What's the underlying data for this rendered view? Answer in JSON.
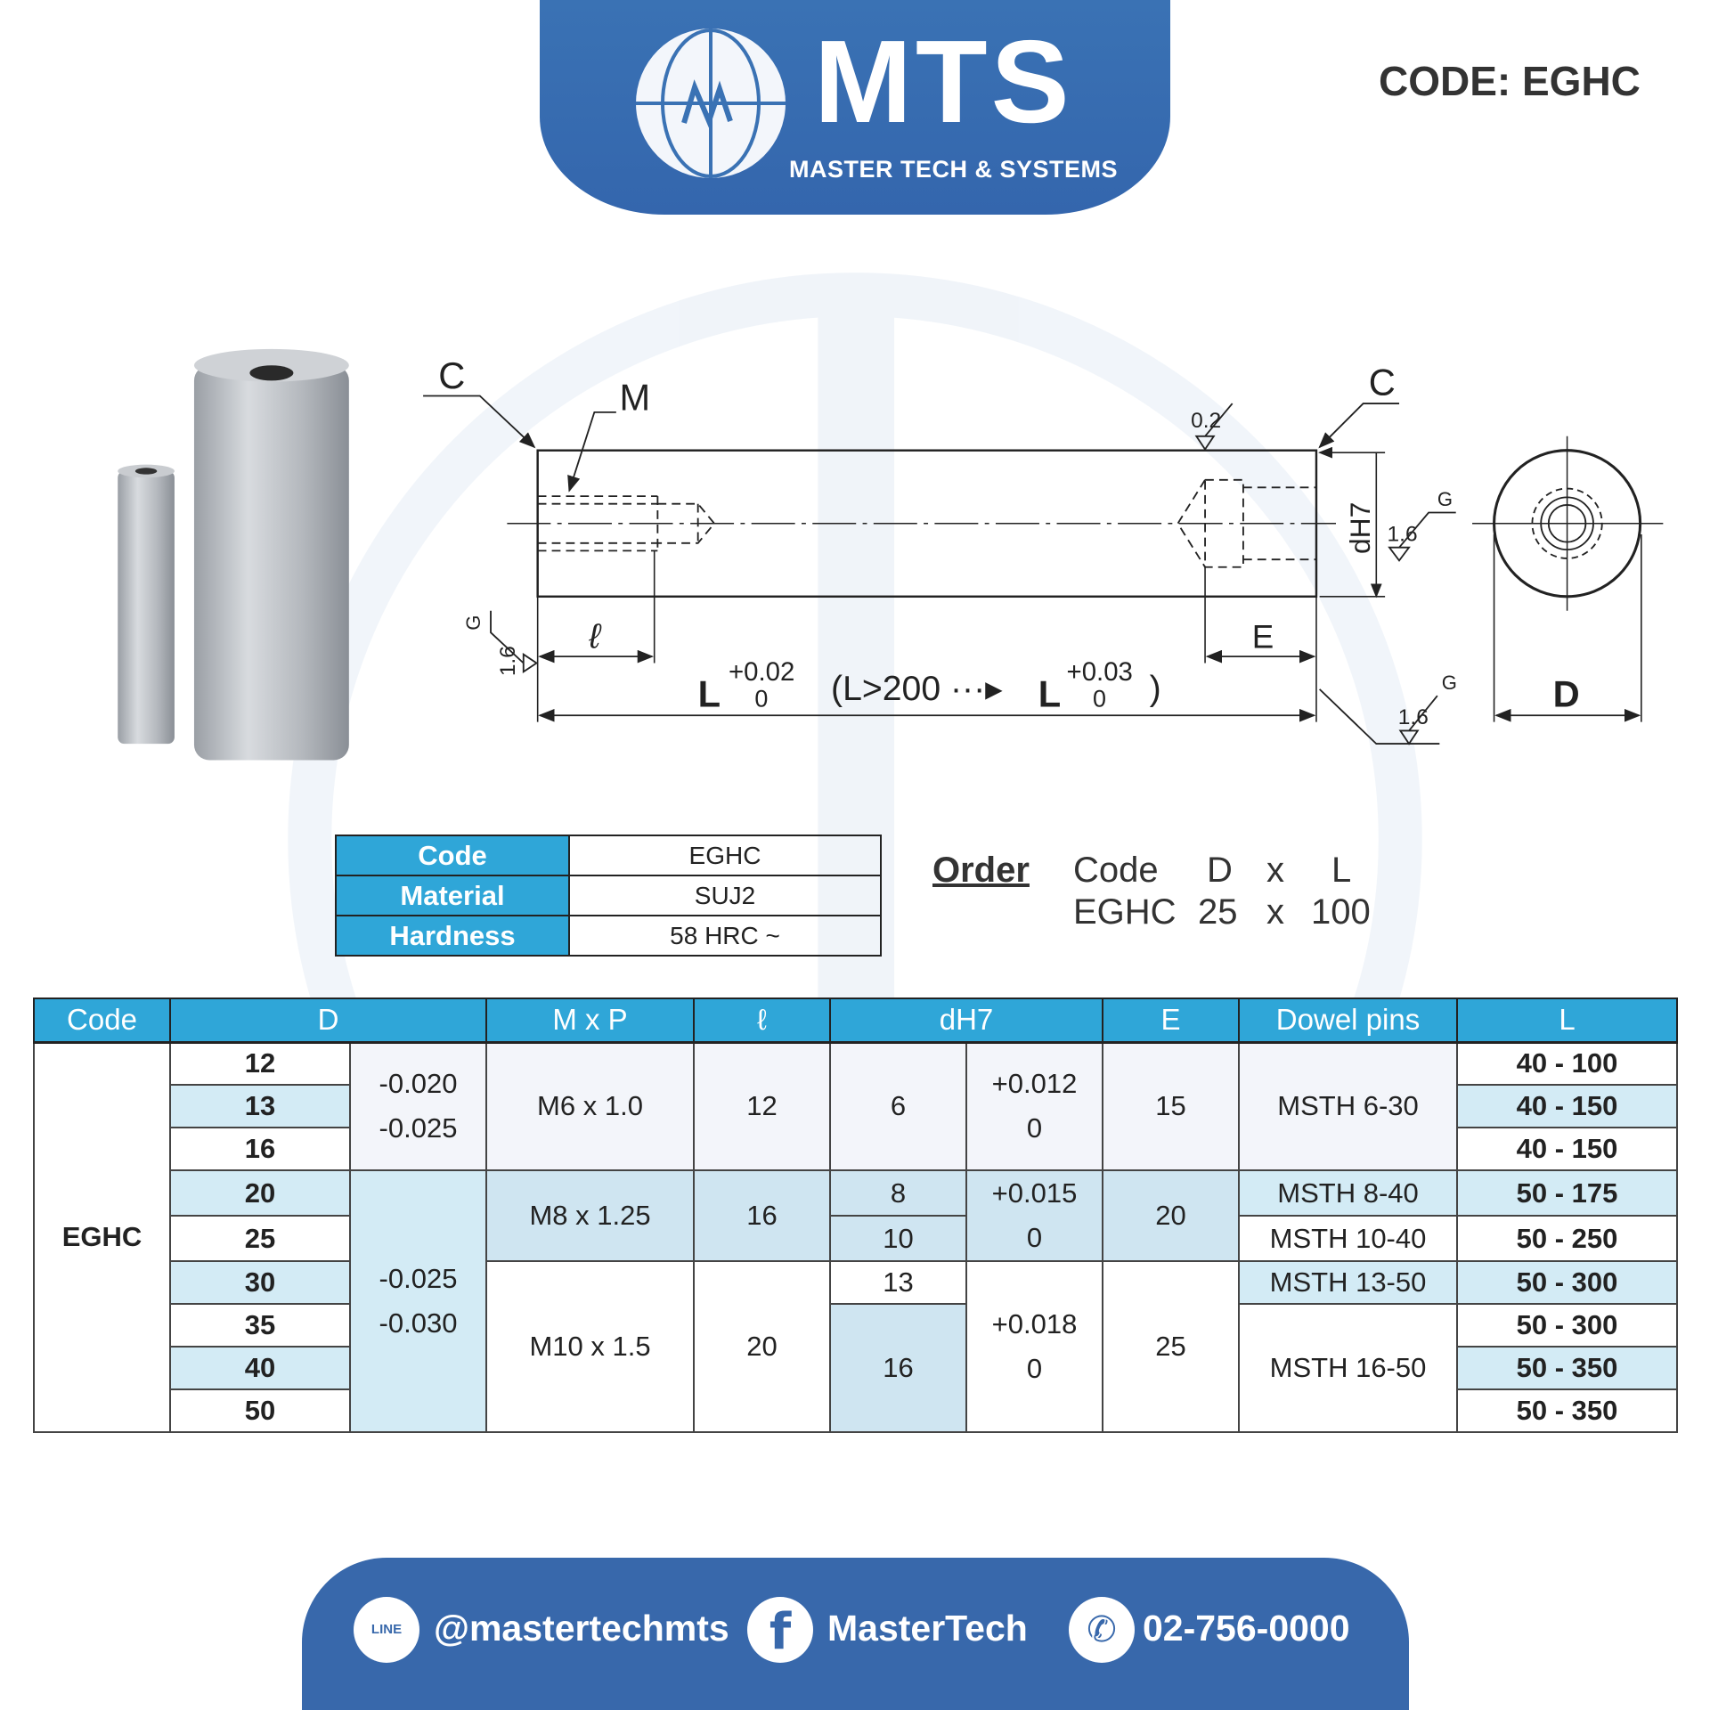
{
  "header": {
    "brand": "MTS",
    "tagline": "MASTER TECH & SYSTEMS",
    "code_title": "CODE: EGHC"
  },
  "drawing": {
    "c_left": "C",
    "c_right": "C",
    "m": "M",
    "flatness": "0.2",
    "dh7": "dH7",
    "rough": "1.6",
    "g": "G",
    "ell": "ℓ",
    "e": "E",
    "l": "L",
    "l_tol_up": "+0.02",
    "l_tol_low": "0",
    "l_note_open": "(L>200 ···▸",
    "l2": "L",
    "l2_tol_up": "+0.03",
    "l2_tol_low": "0",
    "l_note_close": ")",
    "d": "D"
  },
  "spec": [
    {
      "key": "Code",
      "value": "EGHC"
    },
    {
      "key": "Material",
      "value": "SUJ2"
    },
    {
      "key": "Hardness",
      "value": "58 HRC ~"
    }
  ],
  "order": {
    "label": "Order",
    "h_code": "Code",
    "h_d": "D",
    "h_x": "x",
    "h_l": "L",
    "v_code": "EGHC",
    "v_d": "25",
    "v_x": "x",
    "v_l": "100"
  },
  "table": {
    "headers": [
      "Code",
      "D",
      "M x P",
      "ℓ",
      "dH7",
      "E",
      "Dowel pins",
      "L"
    ],
    "code": "EGHC",
    "d": [
      "12",
      "13",
      "16",
      "20",
      "25",
      "30",
      "35",
      "40",
      "50"
    ],
    "d_tol": [
      [
        "-0.020",
        "-0.025"
      ],
      [
        "-0.025",
        "-0.030"
      ]
    ],
    "mxp": [
      "M6 x 1.0",
      "M8 x 1.25",
      "M10 x 1.5"
    ],
    "ell": [
      "12",
      "16",
      "20"
    ],
    "dh7": [
      "6",
      "8",
      "10",
      "13",
      "16"
    ],
    "dh7_tol": [
      [
        "+0.012",
        "0"
      ],
      [
        "+0.015",
        "0"
      ],
      [
        "+0.018",
        "0"
      ]
    ],
    "e": [
      "15",
      "20",
      "25"
    ],
    "dowel": [
      "MSTH 6-30",
      "MSTH 8-40",
      "MSTH 10-40",
      "MSTH 13-50",
      "MSTH 16-50"
    ],
    "l": [
      "40 - 100",
      "40 - 150",
      "40 - 150",
      "50 - 175",
      "50 - 250",
      "50 - 300",
      "50 - 300",
      "50 - 350",
      "50 - 350"
    ]
  },
  "footer": {
    "line_icon": "LINE",
    "line": "@mastertechmts",
    "facebook": "MasterTech",
    "phone": "02-756-0000"
  }
}
